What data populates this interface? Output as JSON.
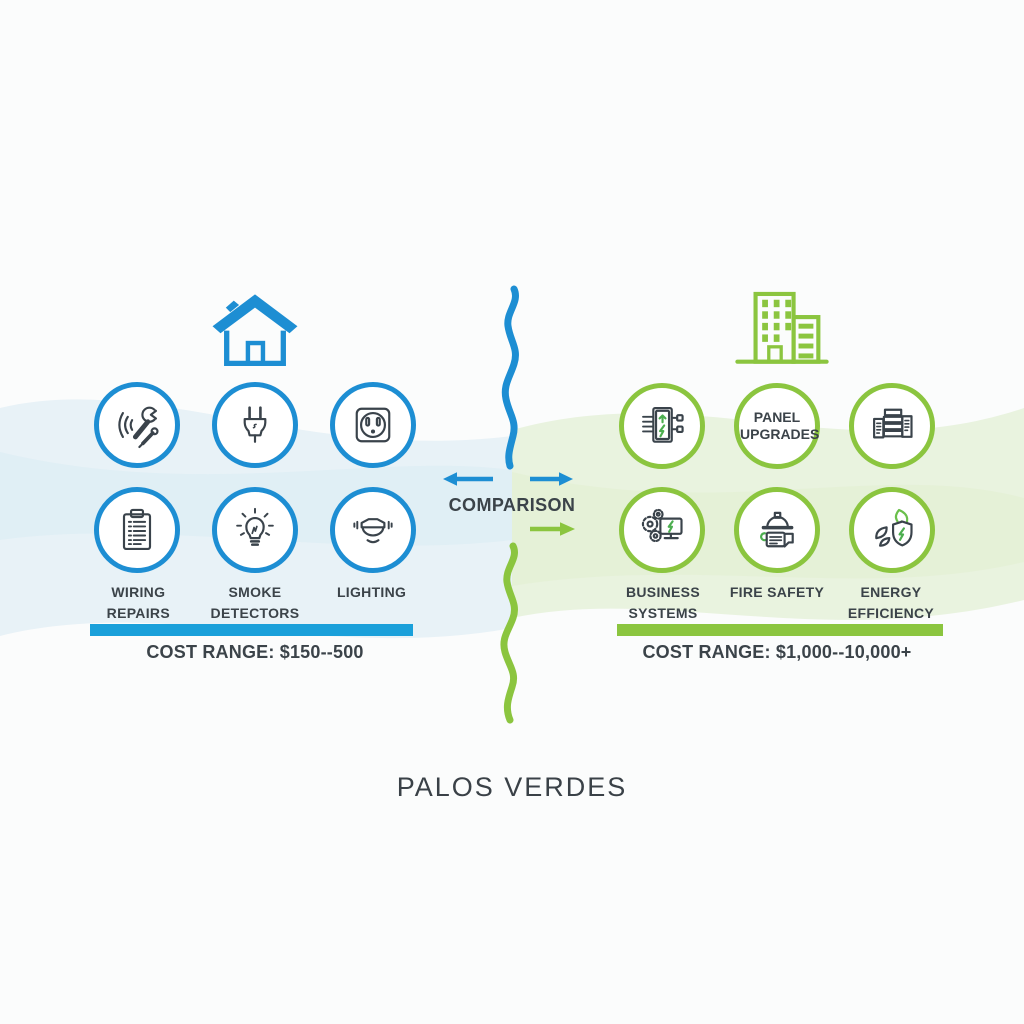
{
  "page": {
    "background": "#fbfcfc"
  },
  "colors": {
    "blue": "#1d8ed3",
    "blue_bar": "#1aa0da",
    "green": "#8bc53f",
    "green_accent": "#4cae4f",
    "icon_dark": "#3a434b",
    "text_dark": "#3b4349"
  },
  "center": {
    "comparison_label": "COMPARISON",
    "dividers": [
      "wavy-line-blue",
      "wavy-line-green"
    ],
    "arrows": [
      "arrow-left-blue",
      "arrow-right-blue",
      "arrow-right-green"
    ]
  },
  "footer": {
    "title": "PALOS VERDES"
  },
  "left": {
    "side": "residential",
    "header_icon": "house-icon",
    "top_icons": [
      "tools-icon",
      "plug-icon",
      "outlet-icon"
    ],
    "services": [
      {
        "icon": "clipboard-icon",
        "label": "WIRING REPAIRS"
      },
      {
        "icon": "bulb-icon",
        "label": "SMOKE DETECTORS"
      },
      {
        "icon": "ceiling-light-icon",
        "label": "LIGHTING"
      }
    ],
    "cost_range": "COST RANGE: $150--500"
  },
  "right": {
    "side": "commercial",
    "header_icon": "building-icon",
    "top_icons": [
      "electrical-panel-icon",
      "panel-upgrades-text-circle",
      "server-rack-icon"
    ],
    "top_circle_text": "PANEL UPGRADES",
    "services": [
      {
        "icon": "business-systems-icon",
        "label": "BUSINESS SYSTEMS"
      },
      {
        "icon": "fire-safety-icon",
        "label": "FIRE SAFETY"
      },
      {
        "icon": "energy-efficiency-icon",
        "label": "ENERGY EFFICIENCY"
      }
    ],
    "cost_range": "COST RANGE: $1,000--10,000+"
  }
}
